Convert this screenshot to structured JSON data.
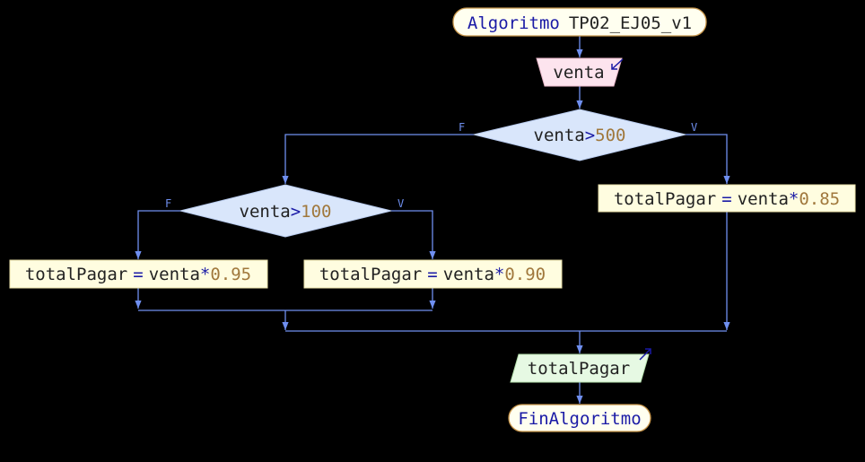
{
  "start": {
    "keyword": "Algoritmo",
    "name": "TP02_EJ05_v1"
  },
  "input": {
    "var": "venta"
  },
  "decision1": {
    "var": "venta",
    "op": ">",
    "value": "500",
    "false_label": "F",
    "true_label": "V"
  },
  "decision2": {
    "var": "venta",
    "op": ">",
    "value": "100",
    "false_label": "F",
    "true_label": "V"
  },
  "assign_085": {
    "target": "totalPagar",
    "eq": "=",
    "src": "venta",
    "op": "*",
    "value": "0.85"
  },
  "assign_095": {
    "target": "totalPagar",
    "eq": "=",
    "src": "venta",
    "op": "*",
    "value": "0.95"
  },
  "assign_090": {
    "target": "totalPagar",
    "eq": "=",
    "src": "venta",
    "op": "*",
    "value": "0.90"
  },
  "output": {
    "var": "totalPagar"
  },
  "end": {
    "label": "FinAlgoritmo"
  },
  "colors": {
    "background": "#000000",
    "connector": "#6f8ff0",
    "keyword": "#1a1aa6",
    "number": "#a0783c",
    "terminal_fill": "#fffff0",
    "terminal_stroke": "#c8964b",
    "input_fill": "#fde4ee",
    "decision_fill": "#d9e6fb",
    "process_fill": "#fffde0",
    "output_fill": "#e6f9e3"
  }
}
